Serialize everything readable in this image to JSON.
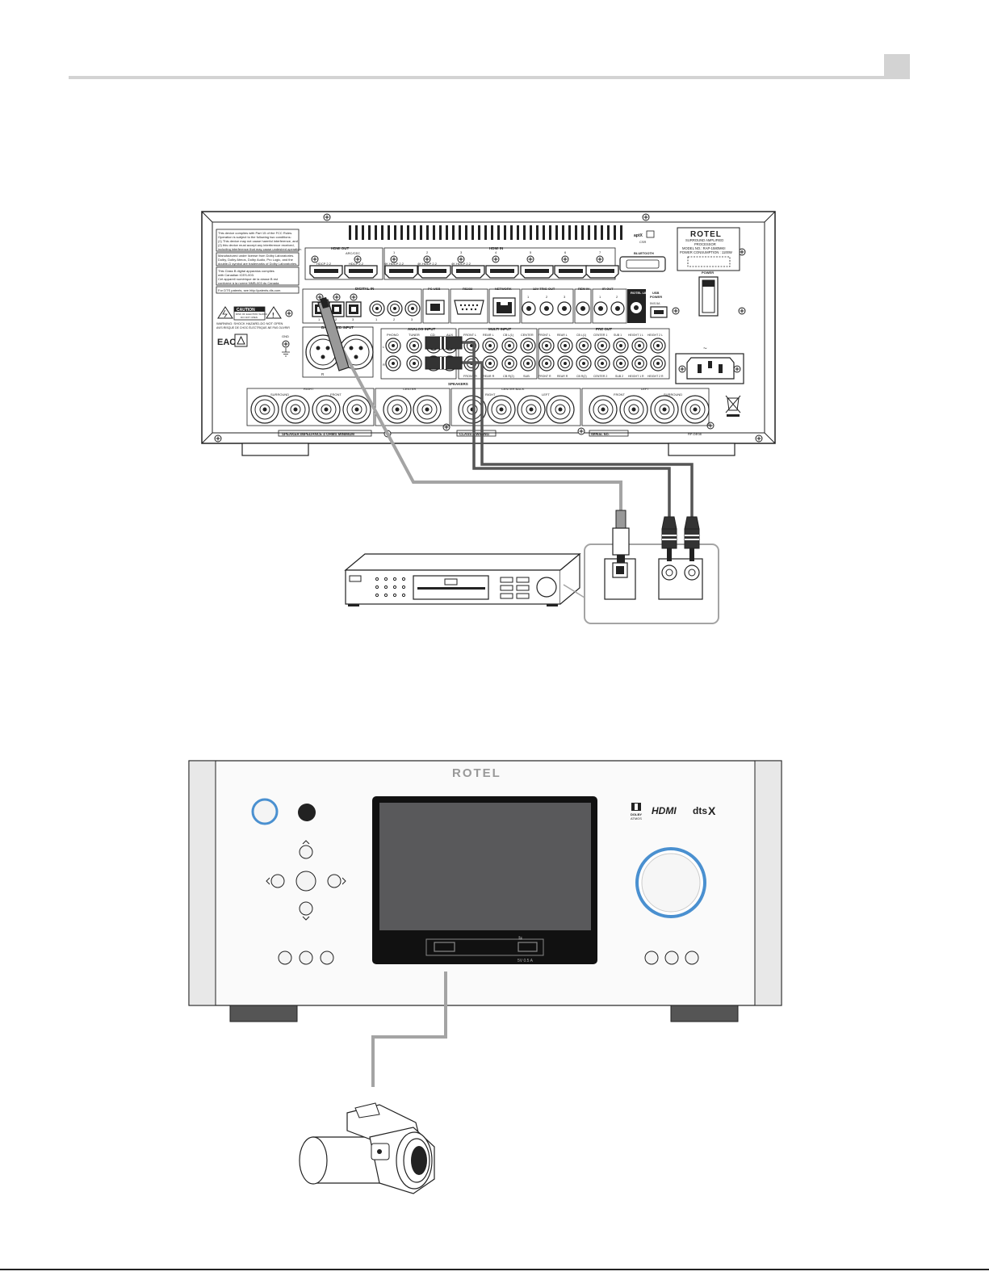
{
  "header": {
    "page_number": ""
  },
  "rear_panel": {
    "brand": "ROTEL",
    "model_label_lines": [
      "SURROUND AMPLIFIED",
      "PROCESSOR",
      "MODEL NO.: RAP-1580MKII",
      "POWER CONSUMPTION : 1100W"
    ],
    "compliance_lines": [
      "This device complies with Part 15 of the FCC Rules.",
      "Operation is subject to the following two conditions:",
      "(1) This device may not cause harmful interference, and",
      "(2) this device must accept any interference received,",
      "including interference that may cause undesired operation."
    ],
    "dolby_lines": [
      "Manufactured under license from Dolby Laboratories.",
      "Dolby, Dolby Atmos, Dolby Audio, Pro Logic, and the",
      "double-D symbol are trademarks of Dolby Laboratories."
    ],
    "class_b_lines": [
      "This Class B digital apparatus complies",
      "with Canadian ICES-003.",
      "Cet appareil numérique de la classe B est",
      "conforme à la norme NMB-003 du Canada."
    ],
    "dts_patents": "For DTS patents, see http://patents.dts.com.",
    "caution_title": "CAUTION",
    "caution_lines": [
      "RISK OF ELECTRIC SHOCK",
      "DO NOT OPEN"
    ],
    "warning_lines": [
      "WARNING: SHOCK HAZARD-DO NOT OPEN",
      "AVIS:RISQUE DE CHOC ÉLECTRIQUE-NE PAS OUVRIR"
    ],
    "eac_mark": "EAC",
    "hdmi_out": "HDMI OUT",
    "arc_cec": "ARC/CEC",
    "hdmi_in": "HDMI IN",
    "hdcp": [
      "HDCP 2.2",
      "4K HDCP 2.2",
      "4K HDCP 2.2",
      "4K HDCP 2.2",
      "4K HDCP 2.2",
      "",
      "",
      "",
      ""
    ],
    "hdmi_in_numbers": [
      "1",
      "2",
      "3",
      "4",
      "5",
      "6",
      "7"
    ],
    "aptx_label": "aptX",
    "csr_label": "CSR",
    "bluetooth": "BLUETOOTH",
    "digital_in": "DIGITAL IN",
    "digital_numbers": [
      "1",
      "2",
      "3",
      "1",
      "2",
      "3"
    ],
    "pc_usb": "PC-USB",
    "rs232": "RS232",
    "network": "NETWORK",
    "trig_out": "12V TRIG OUT",
    "trig_numbers": [
      "1",
      "2",
      "3"
    ],
    "rem_in": "REM IN",
    "ir_out": "IR OUT",
    "ir_numbers": [
      "1",
      "2"
    ],
    "rotel_link": "ROTEL LINK",
    "usb_power_lines": [
      "USB",
      "POWER",
      "5V/0.5A"
    ],
    "power": "POWER",
    "balanced_input": "BALANCED INPUT",
    "gnd": "GND",
    "balanced_l": "L",
    "balanced_r": "R",
    "analog_input": "ANALOG INPUT",
    "analog_cols": [
      "PHONO",
      "TUNER",
      "CD",
      "AUX"
    ],
    "multi_input": "MULTI INPUT",
    "multi_top": [
      "FRONT L",
      "REAR L",
      "CB L(1)",
      "CENTER"
    ],
    "multi_bottom": [
      "FRONT R",
      "REAR R",
      "CB R(2)",
      "SUB"
    ],
    "pre_out": "PRE OUT",
    "pre_top": [
      "FRONT L",
      "REAR L",
      "CB L(1)",
      "CENTER 1",
      "SUB 1",
      "HEIGHT 1 L",
      "HEIGHT 2 L"
    ],
    "pre_bottom": [
      "FRONT R",
      "REAR R",
      "CB R(2)",
      "CENTER 2",
      "SUB 2",
      "HEIGHT 1 R",
      "HEIGHT 2 R"
    ],
    "speakers": "SPEAKERS",
    "spk_right": "RIGHT",
    "spk_surround": "SURROUND",
    "spk_front": "FRONT",
    "spk_center": "CENTER",
    "spk_center_back": "CENTER BACK",
    "spk_cb_right": "RIGHT",
    "spk_cb_left": "LEFT",
    "spk_left": "LEFT",
    "spk_left_front": "FRONT",
    "spk_left_surround": "SURROUND",
    "impedance": "SPEAKER IMPEDANCE 4 OHMS MINIMUM",
    "class2_wiring": "CLASS 2 WIRING",
    "serial_no": "SERIAL NO.",
    "rp_code": "RP-DE08"
  },
  "front_panel": {
    "brand": "ROTEL",
    "dolby_lines": [
      "DOLBY",
      "ATMOS"
    ],
    "hdmi_logo": "HDMI",
    "dts_logo": "dts",
    "dtsx_logo": "X",
    "usb_rating": "5V 0.5 A"
  },
  "colors": {
    "line": "#222222",
    "cable_light": "#a4a4a4",
    "cable_dark": "#555555",
    "panel_gray": "#e8e8e8",
    "display": "#59595b",
    "accent_blue": "#4a90d0"
  }
}
